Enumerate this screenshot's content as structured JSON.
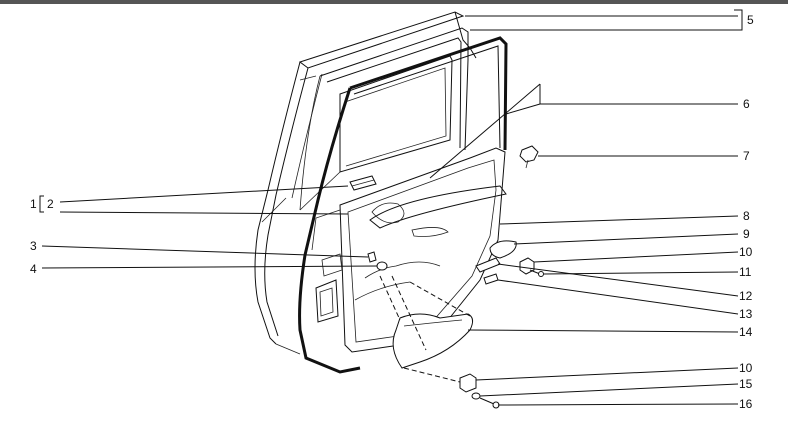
{
  "diagram": {
    "callouts": {
      "n1": "1",
      "n2": "2",
      "n3": "3",
      "n4": "4",
      "n5": "5",
      "n6": "6",
      "n7": "7",
      "n8": "8",
      "n9": "9",
      "n10a": "10",
      "n11": "11",
      "n12": "12",
      "n13": "13",
      "n14": "14",
      "n10b": "10",
      "n15": "15",
      "n16": "16"
    }
  }
}
